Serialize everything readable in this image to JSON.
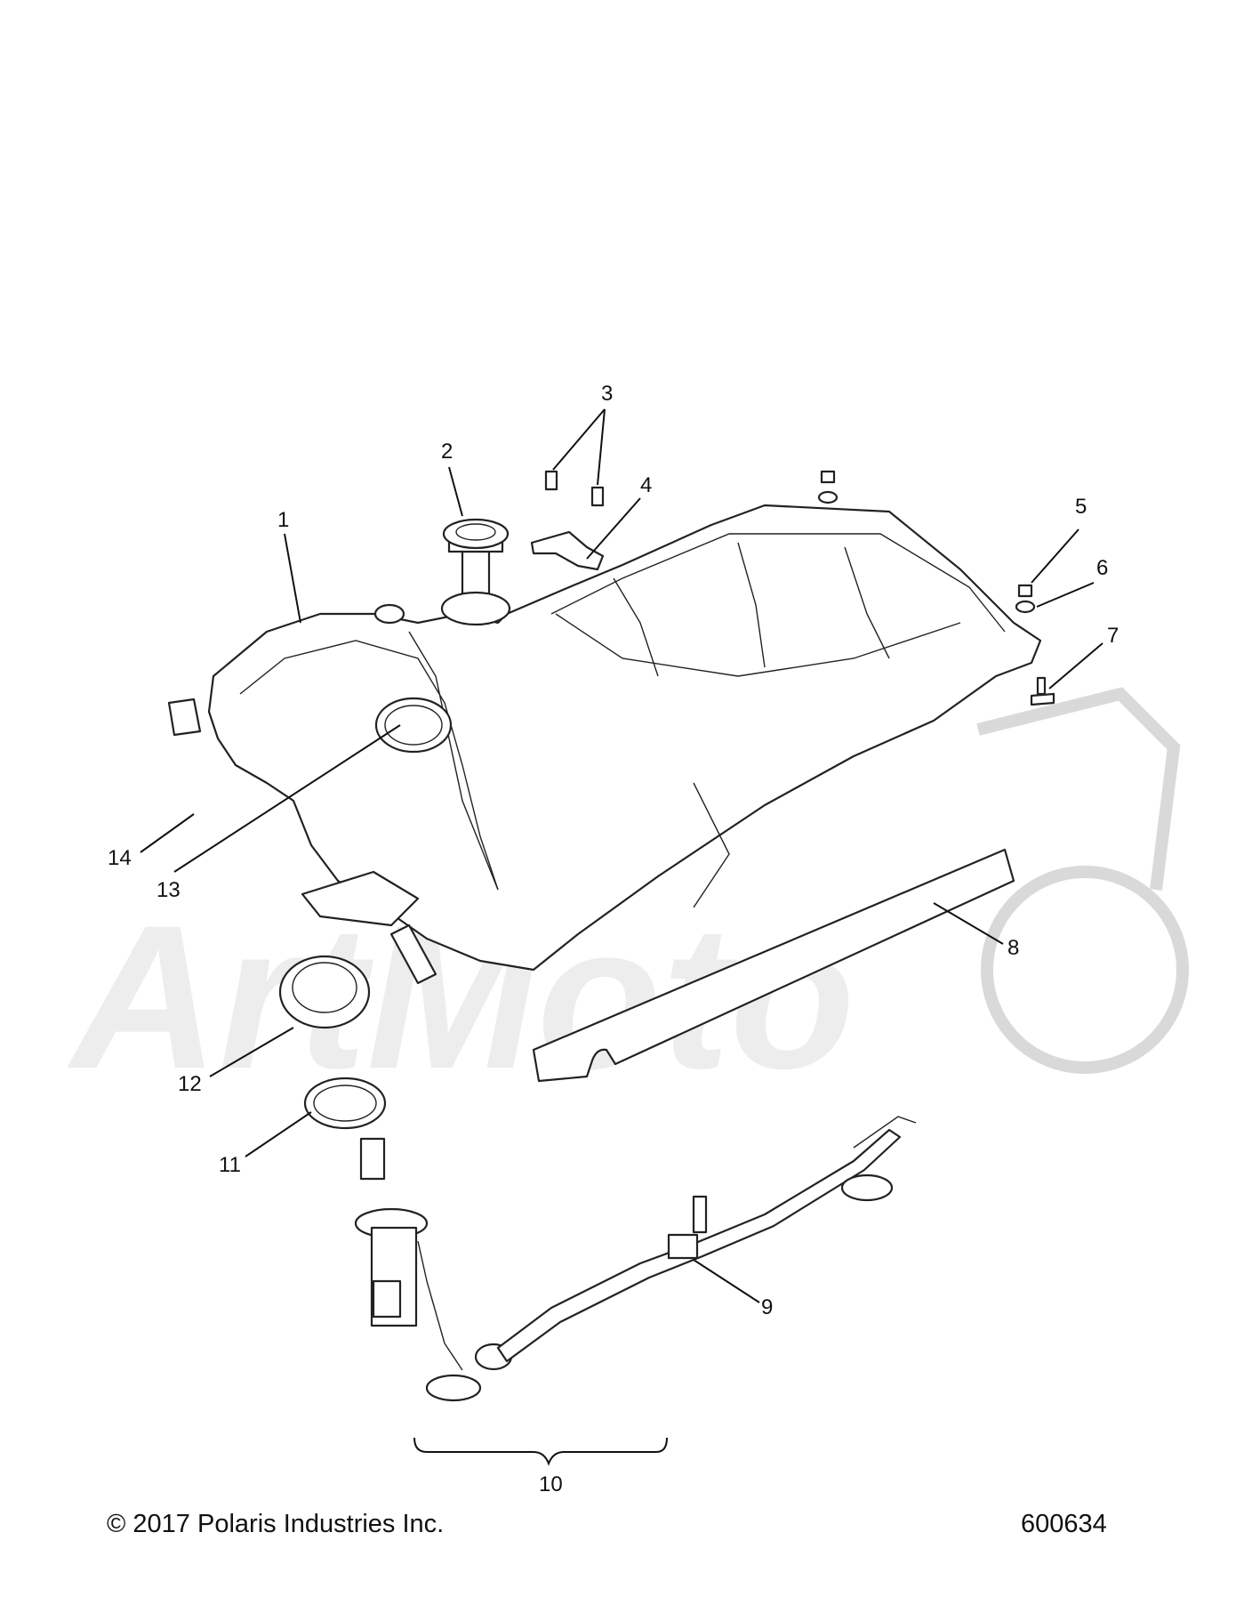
{
  "callouts": {
    "c1": "1",
    "c2": "2",
    "c3": "3",
    "c4": "4",
    "c5": "5",
    "c6": "6",
    "c7": "7",
    "c8": "8",
    "c9": "9",
    "c10": "10",
    "c11": "11",
    "c12": "12",
    "c13": "13",
    "c14": "14"
  },
  "watermark": "ArtMoto",
  "footer": {
    "copyright": "© 2017 Polaris Industries Inc.",
    "drawing_number": "600634"
  }
}
